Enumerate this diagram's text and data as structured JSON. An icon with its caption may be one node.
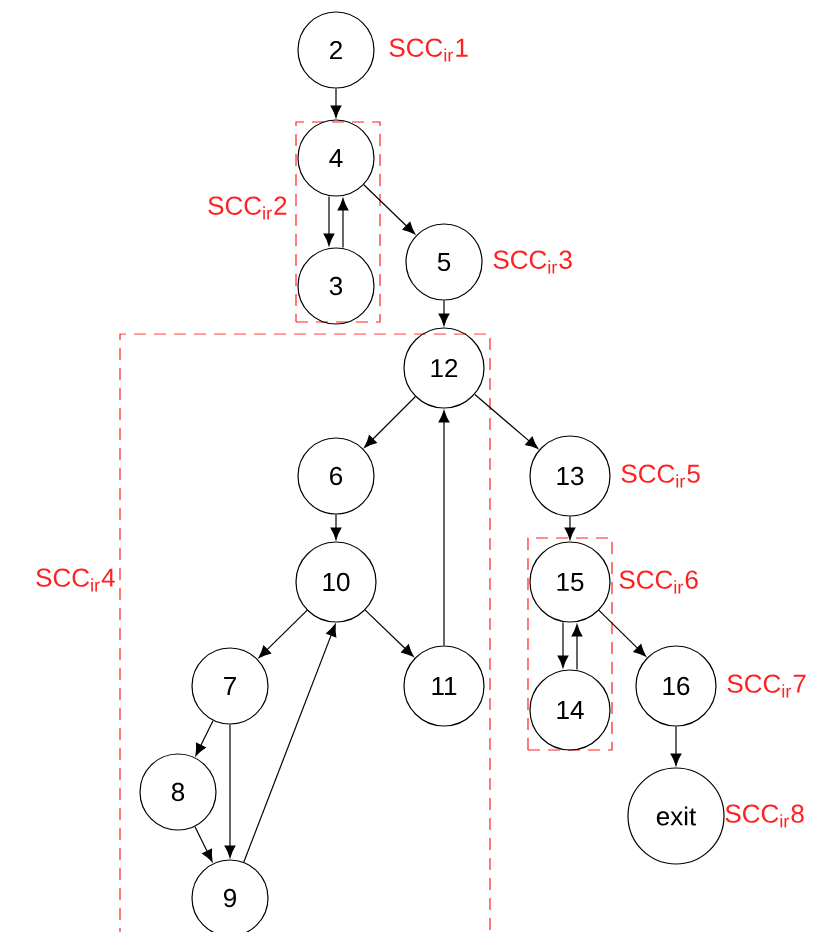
{
  "diagram": {
    "nodes": [
      {
        "text": [
          "2"
        ],
        "beside": [
          "SCC$_{ir}$1"
        ]
      },
      {
        "text": [
          "SCC$_{ir}$2"
        ]
      },
      {
        "text": [
          "4"
        ],
        "in": 1
      },
      {
        "text": [
          "3"
        ],
        "in": 1
      },
      {
        "text": [
          "5"
        ],
        "beside": [
          "SCC$_{ir}$3"
        ]
      },
      {
        "text": [
          "SCC$_{ir}$4"
        ]
      },
      {
        "text": [
          "12"
        ],
        "in": 5
      },
      {
        "text": [
          "6"
        ],
        "in": 5
      },
      {
        "text": [
          "10"
        ],
        "in": 5
      },
      {
        "text": [
          "11"
        ],
        "in": 5
      },
      {
        "text": [
          "7"
        ],
        "in": 5
      },
      {
        "text": [
          "8"
        ],
        "in": 5
      },
      {
        "text": [
          "9"
        ],
        "in": 5
      },
      {
        "text": [
          "13"
        ],
        "beside": [
          "SCC$_{ir}$5"
        ]
      },
      {
        "text": [
          "SCC$_{ir}$6"
        ]
      },
      {
        "text": [
          "15"
        ],
        "in": 14
      },
      {
        "text": [
          "14"
        ],
        "in": 14
      },
      {
        "text": [
          "16"
        ],
        "beside": [
          "SCC$_{ir}$7"
        ]
      },
      {
        "text": [
          "exit"
        ],
        "beside": [
          "SCC$_{ir}$8"
        ]
      }
    ],
    "edges": [
      {
        "from": 0,
        "to": 2,
        "arrow": "to"
      },
      {
        "from": 2,
        "to": 3,
        "arrow": "to"
      },
      {
        "from": 3,
        "to": 2,
        "arrow": "to"
      },
      {
        "from": 2,
        "to": 4,
        "arrow": "to"
      },
      {
        "from": 4,
        "to": 6,
        "arrow": "to"
      },
      {
        "from": 6,
        "to": 7,
        "arrow": "to"
      },
      {
        "from": 6,
        "to": 13,
        "arrow": "to"
      },
      {
        "from": 9,
        "to": 6,
        "arrow": "to"
      },
      {
        "from": 7,
        "to": 8,
        "arrow": "to"
      },
      {
        "from": 8,
        "to": 10,
        "arrow": "to"
      },
      {
        "from": 8,
        "to": 9,
        "arrow": "to"
      },
      {
        "from": 10,
        "to": 11,
        "arrow": "to"
      },
      {
        "from": 10,
        "to": 12,
        "arrow": "to"
      },
      {
        "from": 11,
        "to": 12,
        "arrow": "to"
      },
      {
        "from": 12,
        "to": 8,
        "arrow": "to"
      },
      {
        "from": 13,
        "to": 15,
        "arrow": "to"
      },
      {
        "from": 15,
        "to": 16,
        "arrow": "to"
      },
      {
        "from": 16,
        "to": 15,
        "arrow": "to"
      },
      {
        "from": 15,
        "to": 17,
        "arrow": "to"
      },
      {
        "from": 17,
        "to": 18,
        "arrow": "to"
      }
    ]
  }
}
